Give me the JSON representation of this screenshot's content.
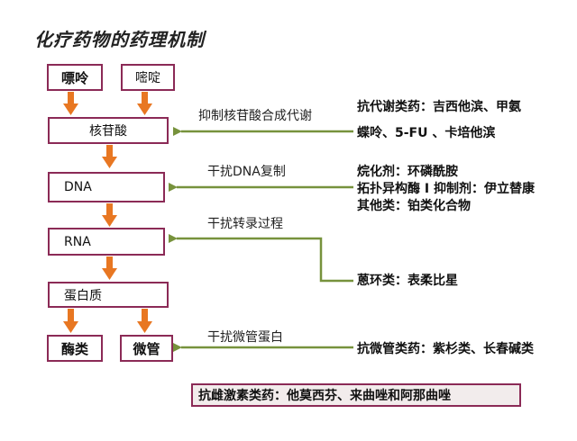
{
  "title": "化疗药物的药理机制",
  "nodes": {
    "purine": "嘌呤",
    "pyrimidine": "嘧啶",
    "nucleotide": "核苷酸",
    "dna": "DNA",
    "rna": "RNA",
    "protein": "蛋白质",
    "enzyme": "酶类",
    "microtubule": "微管"
  },
  "mechanisms": {
    "nucleotide_synthesis": "抑制核苷酸合成代谢",
    "dna_replication": "干扰DNA复制",
    "transcription": "干扰转录过程",
    "microtubule_protein": "干扰微管蛋白"
  },
  "drugs": {
    "antimetabolite_1": "抗代谢类药：吉西他滨、甲氨",
    "antimetabolite_2": "蝶呤、5-FU 、卡培他滨",
    "alkylating": "烷化剂：环磷酰胺",
    "topo": "拓扑异构酶 I 抑制剂：伊立替康",
    "other": "其他类：铂类化合物",
    "anthracycline": "蒽环类：表柔比星",
    "antimicrotubule": "抗微管类药：紫杉类、长春碱类"
  },
  "hormone_note": "抗雌激素类药：他莫西芬、来曲唑和阿那曲唑",
  "colors": {
    "box_border": "#8b2a56",
    "orange_arrow": "#e87722",
    "green_arrow": "#77923c"
  }
}
